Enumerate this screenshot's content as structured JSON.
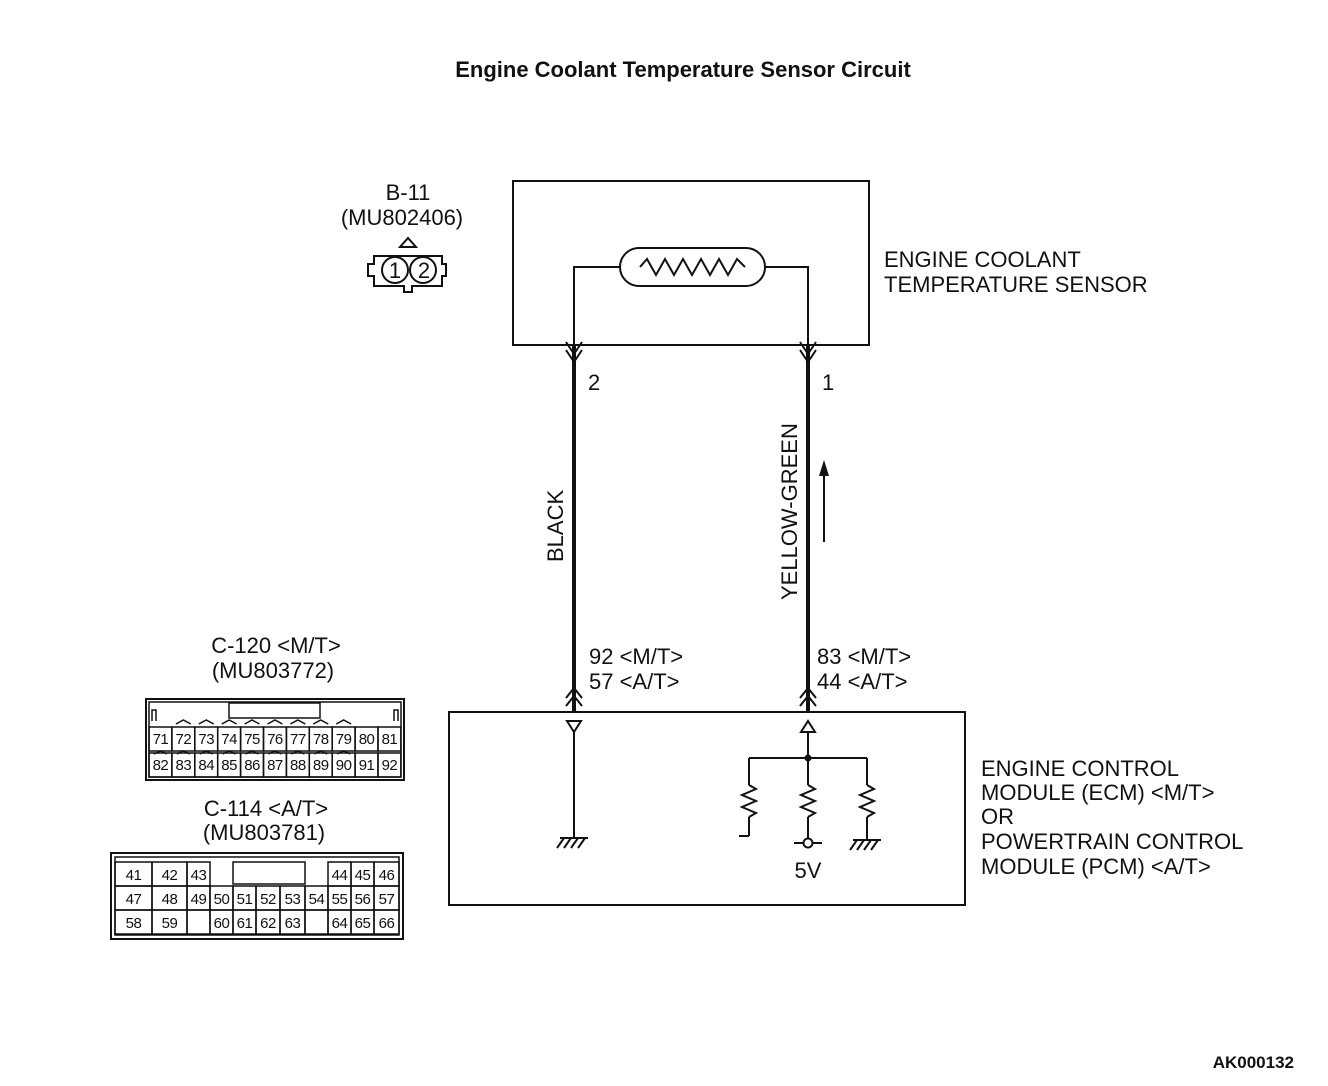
{
  "title": "Engine Coolant Temperature Sensor Circuit",
  "sensor_connector": {
    "name": "B-11",
    "part": "(MU802406)",
    "pins": [
      "1",
      "2"
    ]
  },
  "sensor": {
    "label_line1": "ENGINE COOLANT",
    "label_line2": "TEMPERATURE SENSOR"
  },
  "wires": {
    "left": {
      "pin": "2",
      "color": "BLACK",
      "ecm_pin_mt": "92 <M/T>",
      "ecm_pin_at": "57 <A/T>"
    },
    "right": {
      "pin": "1",
      "color": "YELLOW-GREEN",
      "ecm_pin_mt": "83 <M/T>",
      "ecm_pin_at": "44 <A/T>"
    }
  },
  "ecm": {
    "label_lines": [
      "ENGINE CONTROL",
      "MODULE (ECM) <M/T>",
      "OR",
      "POWERTRAIN CONTROL",
      "MODULE (PCM) <A/T>"
    ],
    "voltage": "5V"
  },
  "connector_c120": {
    "name": "C-120 <M/T>",
    "part": "(MU803772)",
    "row1": [
      "71",
      "72",
      "73",
      "74",
      "75",
      "76",
      "77",
      "78",
      "79",
      "80",
      "81"
    ],
    "row2": [
      "82",
      "83",
      "84",
      "85",
      "86",
      "87",
      "88",
      "89",
      "90",
      "91",
      "92"
    ]
  },
  "connector_c114": {
    "name": "C-114 <A/T>",
    "part": "(MU803781)",
    "rows": [
      [
        "41",
        "42",
        "43",
        "",
        "",
        "",
        "",
        "44",
        "45",
        "46"
      ],
      [
        "47",
        "48",
        "49",
        "50",
        "51",
        "52",
        "53",
        "54",
        "55",
        "56",
        "57"
      ],
      [
        "58",
        "59",
        "",
        "60",
        "61",
        "62",
        "63",
        "",
        "64",
        "65",
        "66"
      ]
    ]
  },
  "figure_code": "AK000132"
}
